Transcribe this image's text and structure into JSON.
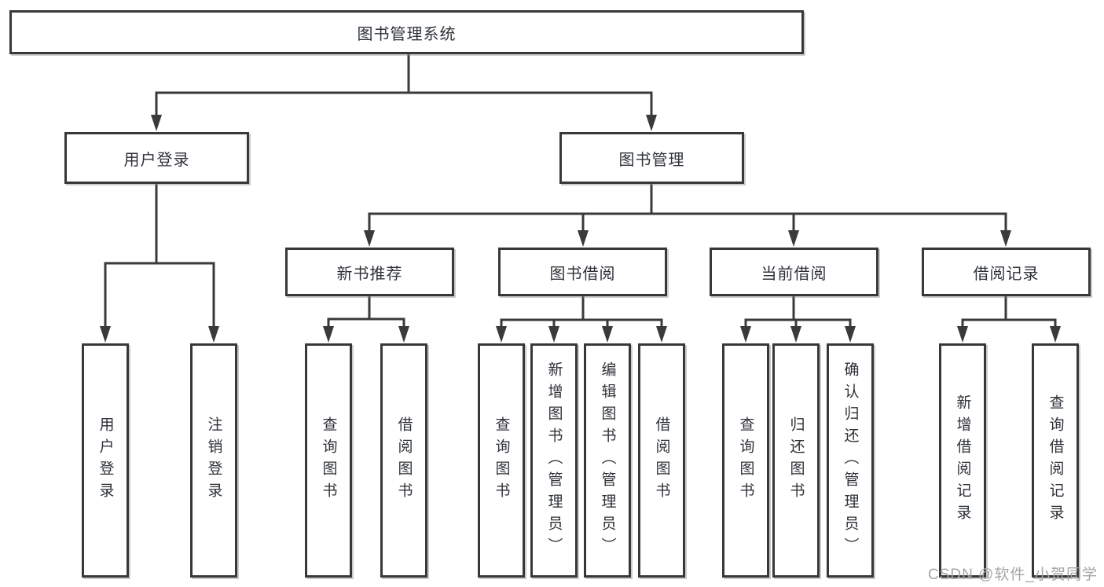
{
  "page": {
    "watermark": "CSDN @软件_小贺同学"
  },
  "colors": {
    "line": "#3a3a3a",
    "box_border": "#383838",
    "text": "#2e3238",
    "box_fill": "#ffffff",
    "watermark": "#a6a6a6"
  },
  "tree": {
    "root": {
      "label": "图书管理系统"
    },
    "children": [
      {
        "label": "用户登录",
        "children": [
          {
            "label": "用户登录"
          },
          {
            "label": "注销登录"
          }
        ]
      },
      {
        "label": "图书管理",
        "children": [
          {
            "label": "新书推荐",
            "children": [
              {
                "label": "查询图书"
              },
              {
                "label": "借阅图书"
              }
            ]
          },
          {
            "label": "图书借阅",
            "children": [
              {
                "label": "查询图书"
              },
              {
                "label": "新增图书（管理员）"
              },
              {
                "label": "编辑图书（管理员）"
              },
              {
                "label": "借阅图书"
              }
            ]
          },
          {
            "label": "当前借阅",
            "children": [
              {
                "label": "查询图书"
              },
              {
                "label": "归还图书"
              },
              {
                "label": "确认归还（管理员）"
              }
            ]
          },
          {
            "label": "借阅记录",
            "children": [
              {
                "label": "新增借阅记录"
              },
              {
                "label": "查询借阅记录"
              }
            ]
          }
        ]
      }
    ]
  }
}
